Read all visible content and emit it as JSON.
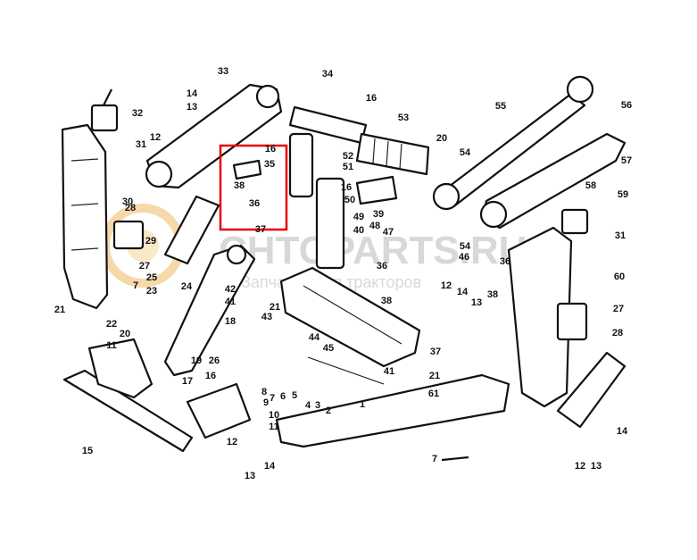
{
  "diagram": {
    "highlight_color": "#e60000",
    "callouts": [
      "1",
      "2",
      "3",
      "4",
      "5",
      "6",
      "7",
      "7",
      "8",
      "9",
      "10",
      "11",
      "11",
      "12",
      "12",
      "12",
      "13",
      "13",
      "13",
      "13",
      "14",
      "14",
      "14",
      "14",
      "15",
      "16",
      "16",
      "16",
      "17",
      "18",
      "19",
      "20",
      "20",
      "21",
      "21",
      "21",
      "22",
      "23",
      "24",
      "25",
      "26",
      "27",
      "27",
      "28",
      "28",
      "29",
      "30",
      "31",
      "31",
      "32",
      "33",
      "34",
      "35",
      "36",
      "36",
      "37",
      "37",
      "38",
      "38",
      "38",
      "39",
      "40",
      "41",
      "41",
      "42",
      "43",
      "44",
      "45",
      "46",
      "47",
      "48",
      "49",
      "50",
      "51",
      "52",
      "53",
      "54",
      "54",
      "55",
      "56",
      "57",
      "58",
      "59",
      "60",
      "61"
    ]
  },
  "watermark": {
    "brand": "CHTOPARTS.RU",
    "tagline": "Запчасти для тракторов"
  }
}
